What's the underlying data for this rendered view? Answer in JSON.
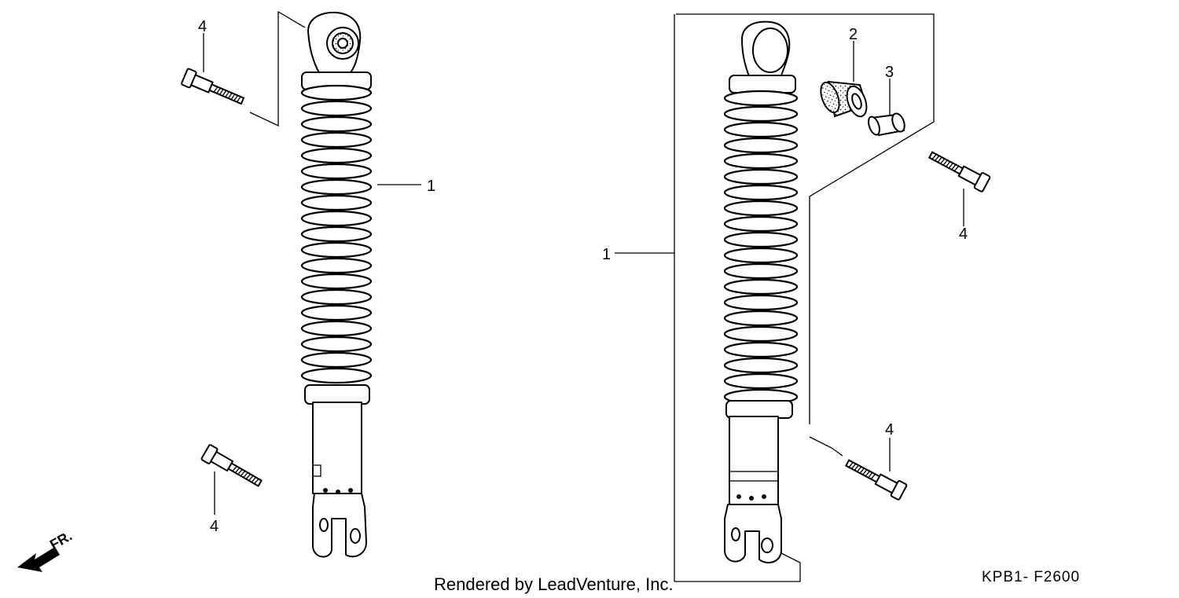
{
  "diagram": {
    "callouts": {
      "left_shock": "1",
      "left_bolt_top": "4",
      "left_bolt_bottom": "4",
      "right_shock": "1",
      "bushing": "2",
      "collar": "3",
      "right_bolt_top": "4",
      "right_bolt_bottom": "4"
    },
    "front_indicator": "FR.",
    "credit": "Rendered by LeadVenture, Inc.",
    "diagram_code": "KPB1- F2600"
  }
}
